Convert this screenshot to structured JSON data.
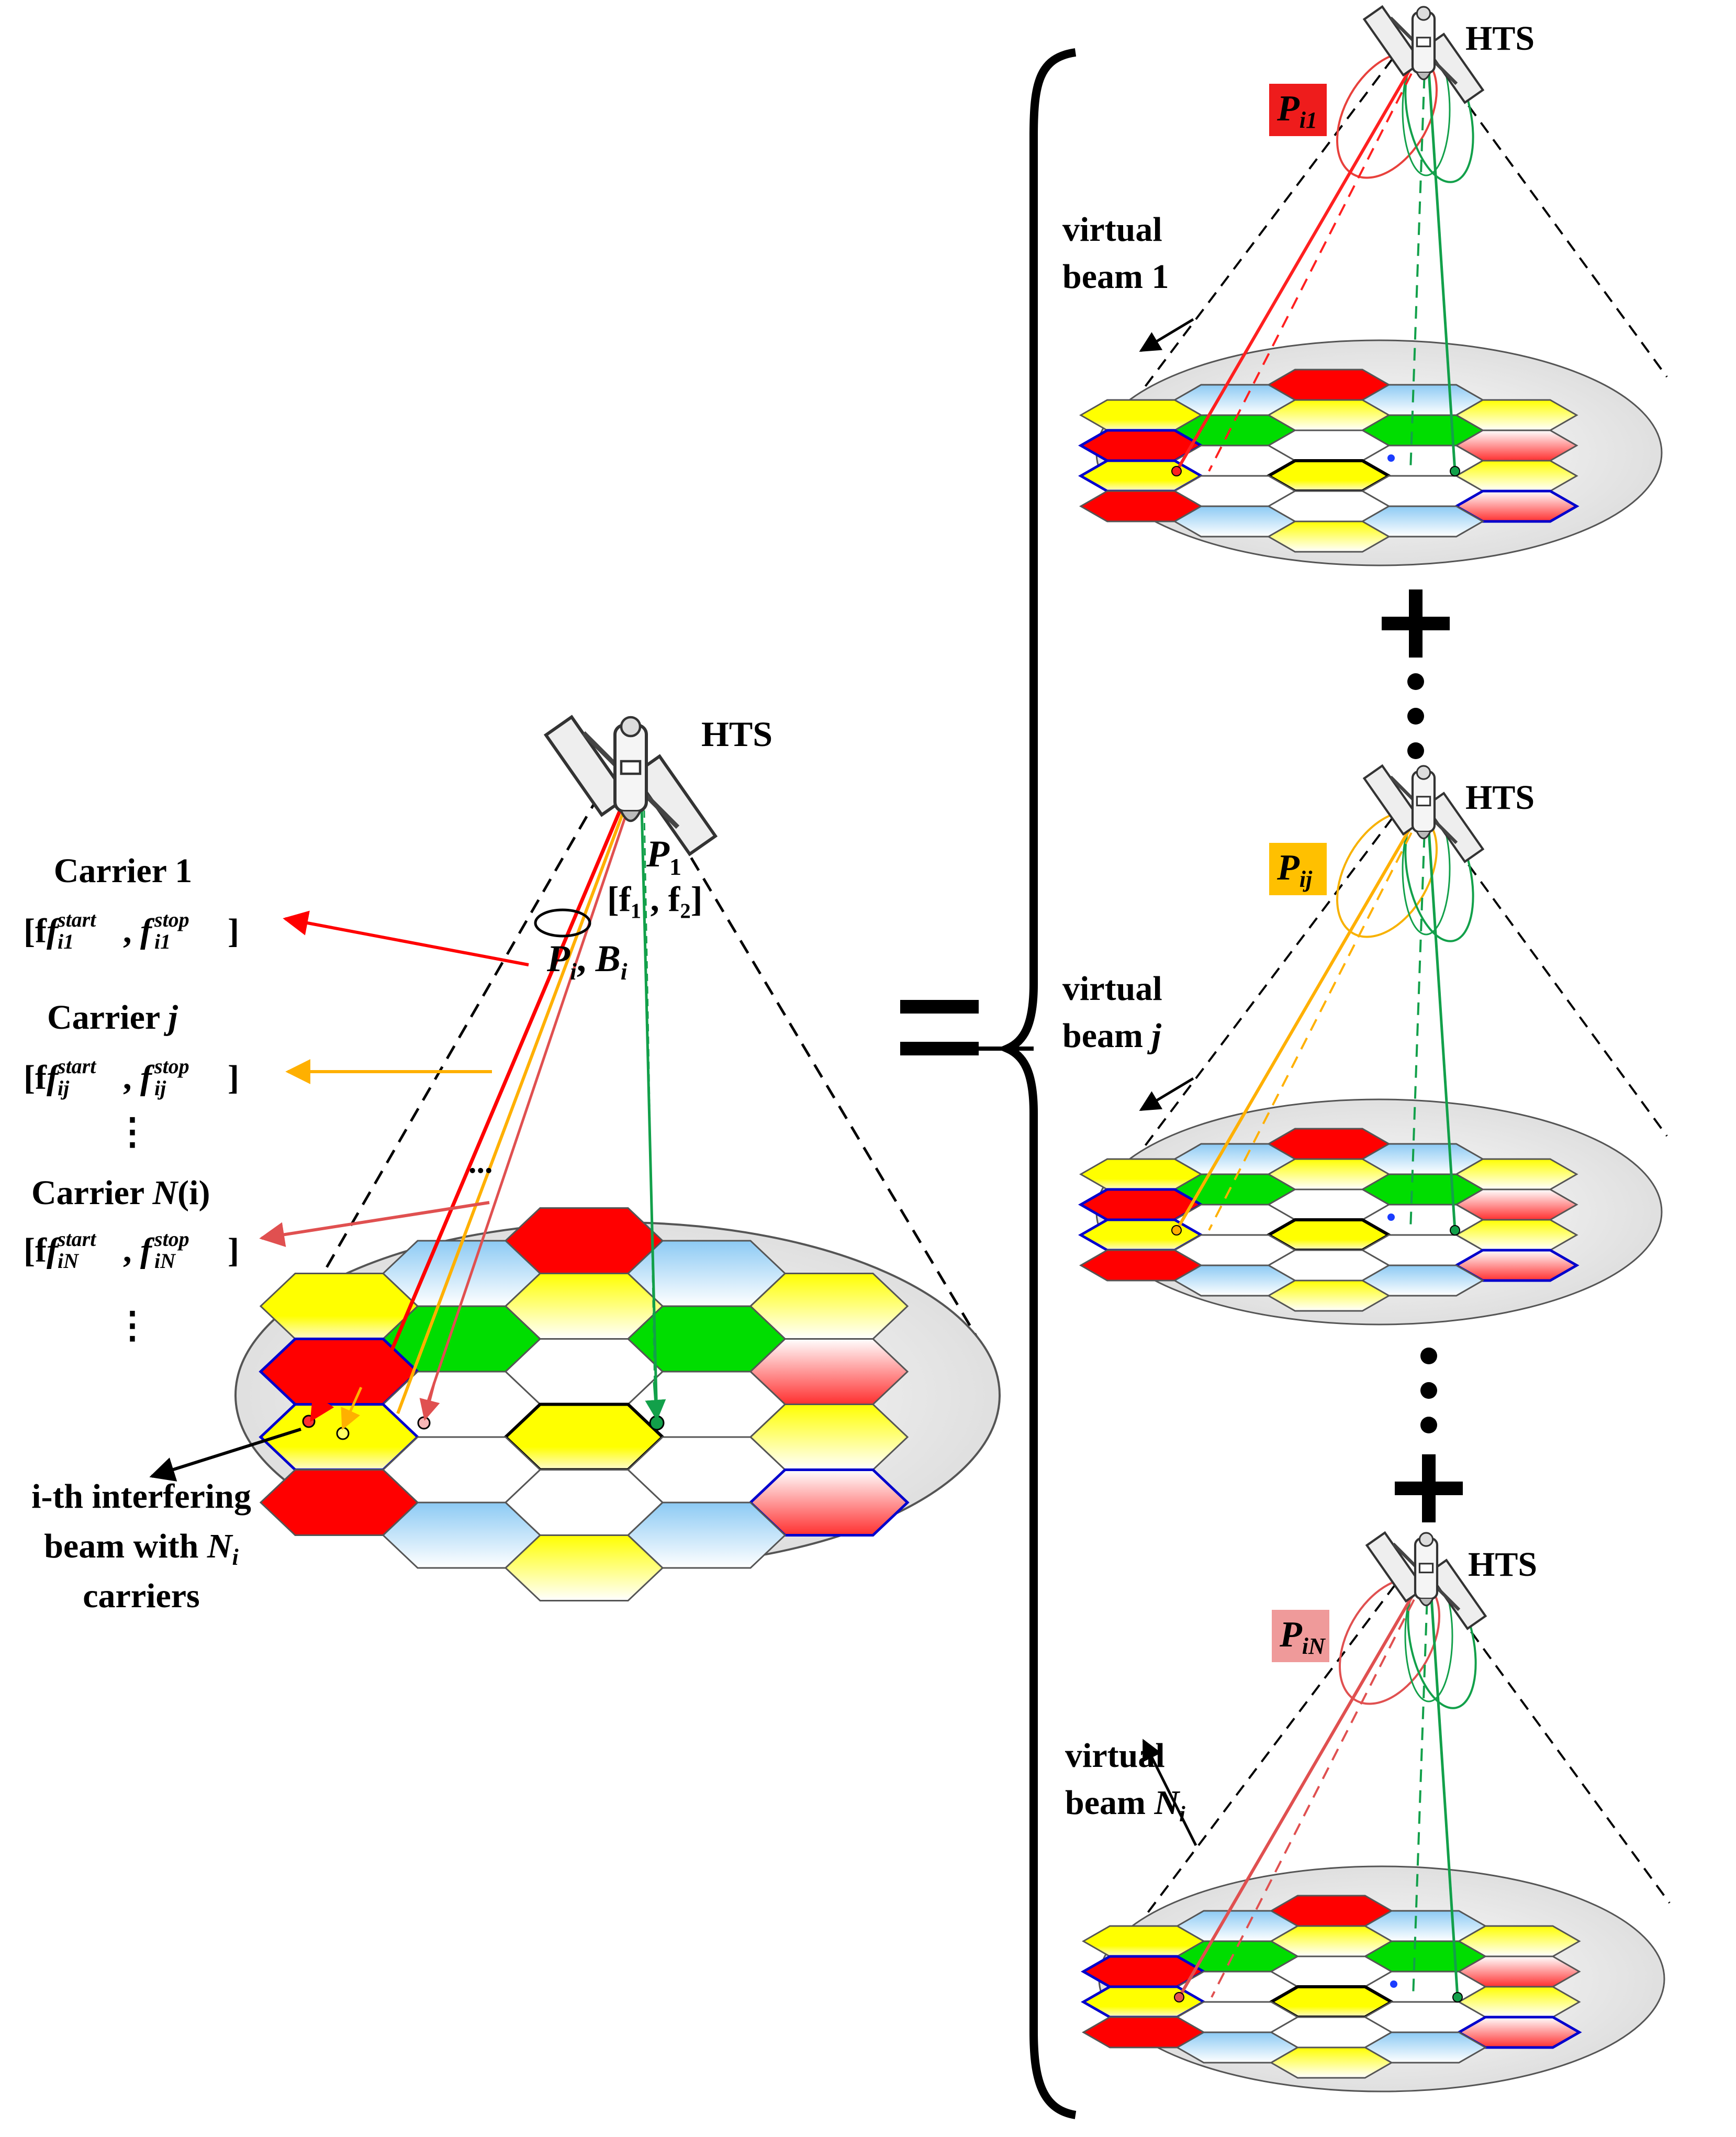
{
  "main_scene": {
    "satellite_label": "HTS",
    "power_label": "P",
    "power_sub": "1",
    "freq_label": "[f₁ , f₂]",
    "interf_label": "P",
    "interf_sub": "i",
    "interf_b": "B",
    "interf_b_sub": "i",
    "ellipsis": "...",
    "interfering_beam_line1": "i-th interfering",
    "interfering_beam_line2": "beam with ",
    "interfering_beam_N": "N",
    "interfering_beam_Nsub": "i",
    "interfering_beam_line3": "carriers"
  },
  "carriers": [
    {
      "name": "Carrier 1",
      "range": "[f",
      "sub": "i1",
      "sup": "start",
      "sep": ", f",
      "sub2": "i1",
      "sup2": "stop",
      "end": "]"
    },
    {
      "name": "Carrier ",
      "name_it": "j",
      "range": "[f",
      "sub": "ij",
      "sup": "start",
      "sep": ", f",
      "sub2": "ij",
      "sup2": "stop",
      "end": "]"
    },
    {
      "name": "Carrier ",
      "name_it": "N",
      "name_tail": "(i)",
      "range": "[f",
      "sub": "iN",
      "sup": "start",
      "sep": ", f",
      "sub2": "iN",
      "sup2": "stop",
      "end": "]"
    }
  ],
  "vdots": "⋮",
  "equals": "=",
  "plus": "+",
  "virtual_beams": [
    {
      "hts": "HTS",
      "power": "P",
      "power_sub": "i1",
      "power_bg": "#ee1c1c",
      "label1": "virtual",
      "label2": "beam 1",
      "label2_it": ""
    },
    {
      "hts": "HTS",
      "power": "P",
      "power_sub": "ij",
      "power_bg": "#ffc000",
      "label1": "virtual",
      "label2": "beam ",
      "label2_it": "j"
    },
    {
      "hts": "HTS",
      "power": "P",
      "power_sub": "iN",
      "power_bg": "#ef9a9a",
      "label1": "virtual",
      "label2": "beam ",
      "label2_it": "N",
      "label2_sub": "i"
    }
  ],
  "colors": {
    "red": "#ff0000",
    "yellow": "#ffff00",
    "green": "#00dd00",
    "blue_fade": "#9fd3f5",
    "orange_beam": "#ffb000",
    "salmon_beam": "#e05050",
    "green_beam": "#12a04a"
  }
}
